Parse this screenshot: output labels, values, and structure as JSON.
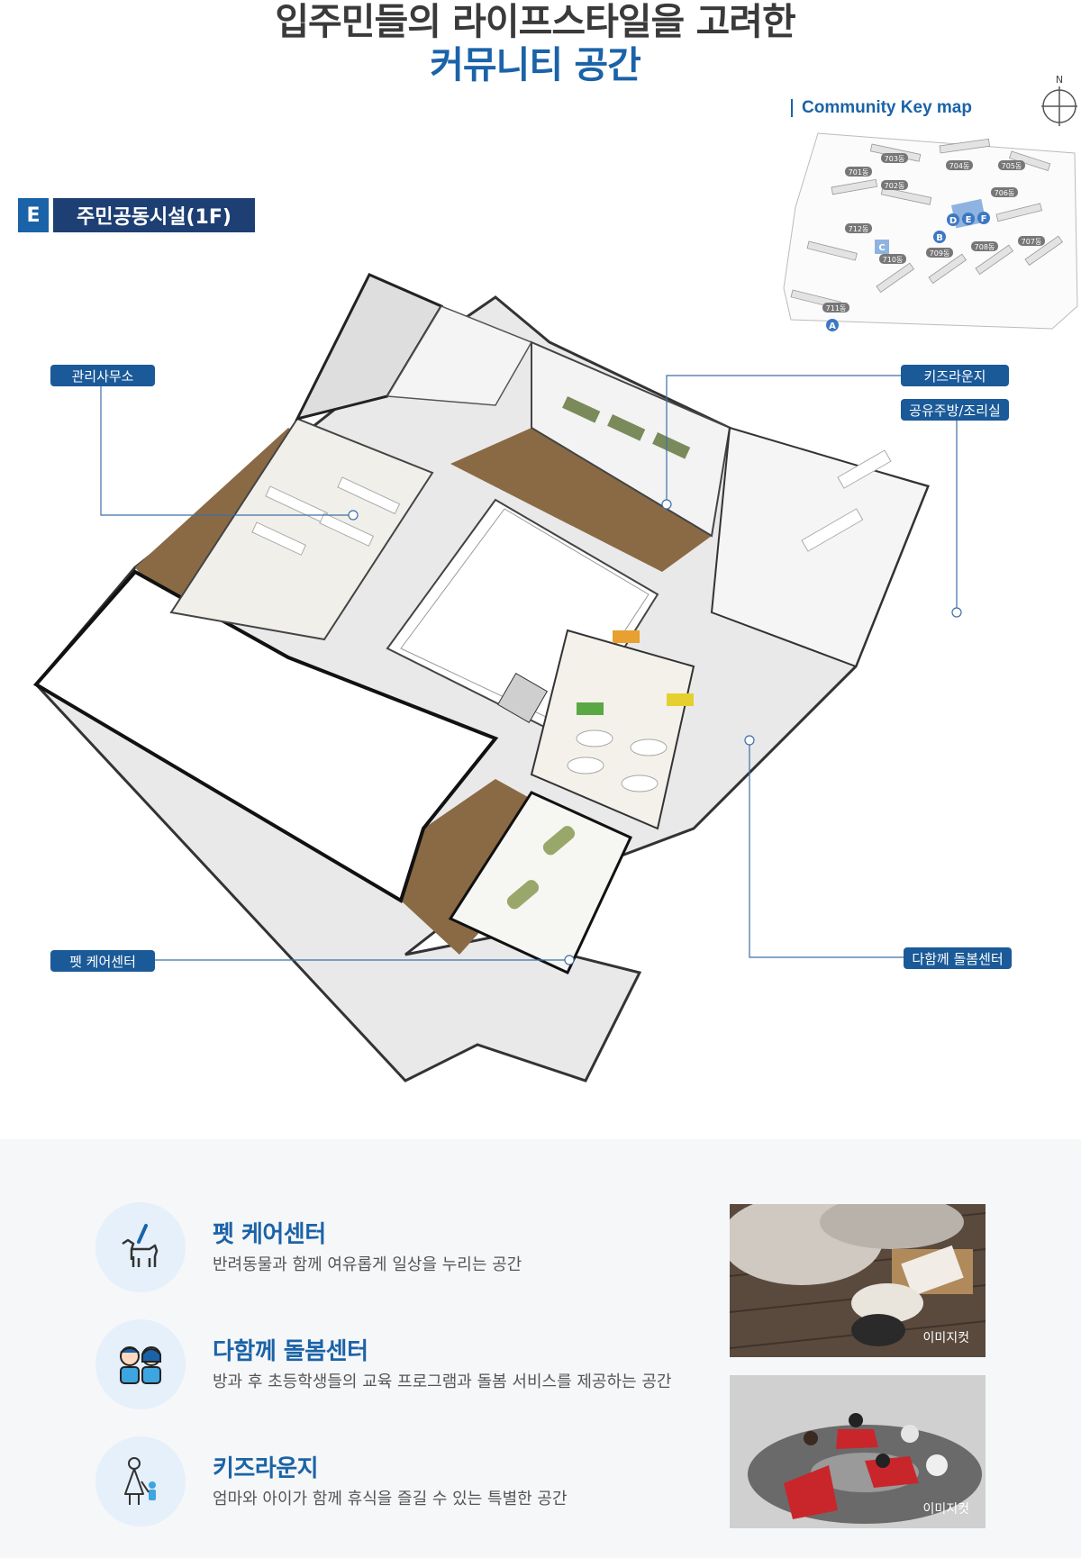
{
  "header": {
    "title_line1": "입주민들의 라이프스타일을 고려한",
    "title_line2": "커뮤니티 공간"
  },
  "keymap": {
    "label": "Community Key map",
    "compass_letter": "N",
    "buildings": [
      "703동",
      "704동",
      "705동",
      "701동",
      "702동",
      "706동",
      "712동",
      "708동",
      "707동",
      "710동",
      "709동",
      "711동"
    ],
    "markers": [
      "D",
      "E",
      "F",
      "C",
      "B",
      "A"
    ]
  },
  "section": {
    "letter": "E",
    "title": "주민공동시설(1F)"
  },
  "callouts": {
    "office": "관리사무소",
    "kids_lounge": "키즈라운지",
    "shared_kitchen": "공유주방/조리실",
    "pet_care": "펫 케어센터",
    "care_center": "다함께 돌봄센터"
  },
  "features": [
    {
      "icon": "dog-icon",
      "title": "펫 케어센터",
      "desc": "반려동물과 함께 여유롭게 일상을 누리는 공간"
    },
    {
      "icon": "children-icon",
      "title": "다함께 돌봄센터",
      "desc": "방과 후 초등학생들의 교육 프로그램과 돌봄 서비스를 제공하는 공간"
    },
    {
      "icon": "mother-child-icon",
      "title": "키즈라운지",
      "desc": "엄마와 아이가 함께 휴식을 즐길 수 있는 특별한 공간"
    }
  ],
  "photos": [
    {
      "caption": "이미지컷"
    },
    {
      "caption": "이미지컷"
    }
  ],
  "colors": {
    "accent_blue": "#1b63a8",
    "navy": "#1e3f73",
    "pill_blue": "#1b5a98",
    "wood": "#8a6a45"
  }
}
